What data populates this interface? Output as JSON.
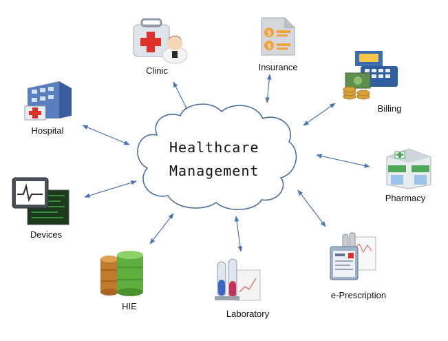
{
  "center": {
    "line1": "Healthcare",
    "line2": "Management"
  },
  "nodes": {
    "clinic": {
      "label": "Clinic",
      "icon": "clinic-doctor-icon"
    },
    "insurance": {
      "label": "Insurance",
      "icon": "insurance-document-icon"
    },
    "billing": {
      "label": "Billing",
      "icon": "cash-register-icon"
    },
    "hospital": {
      "label": "Hospital",
      "icon": "hospital-building-icon"
    },
    "pharmacy": {
      "label": "Pharmacy",
      "icon": "pharmacy-store-icon"
    },
    "devices": {
      "label": "Devices",
      "icon": "monitor-devices-icon"
    },
    "eprescription": {
      "label": "e-Prescription",
      "icon": "prescription-clipboard-icon"
    },
    "hie": {
      "label": "HIE",
      "icon": "database-stack-icon"
    },
    "laboratory": {
      "label": "Laboratory",
      "icon": "lab-test-tubes-icon"
    }
  },
  "colors": {
    "arrow": "#4a74b8",
    "cloud_stroke": "#4a6f9e",
    "text": "#111111"
  }
}
